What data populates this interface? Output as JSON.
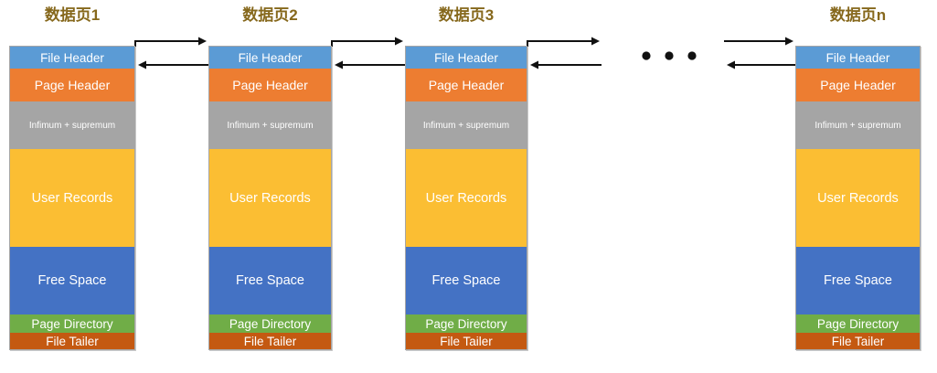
{
  "pages": [
    {
      "title": "数据页1"
    },
    {
      "title": "数据页2"
    },
    {
      "title": "数据页3"
    },
    {
      "title": "数据页n"
    }
  ],
  "sections": [
    {
      "label": "File Header",
      "color": "#5B9BD5"
    },
    {
      "label": "Page Header",
      "color": "#ED7D31"
    },
    {
      "label": "Infimum + supremum",
      "color": "#A5A5A5"
    },
    {
      "label": "User Records",
      "color": "#FBBE33"
    },
    {
      "label": "Free Space",
      "color": "#4472C4"
    },
    {
      "label": "Page Directory",
      "color": "#70AD47"
    },
    {
      "label": "File Tailer",
      "color": "#C45911"
    }
  ],
  "colors": {
    "background": "#ffffff",
    "page_title": "#86681c",
    "section_text": "#ffffff",
    "arrow": "#111111",
    "page_border": "#a6a6a6"
  },
  "ellipsis": {
    "dot_count": 3
  }
}
